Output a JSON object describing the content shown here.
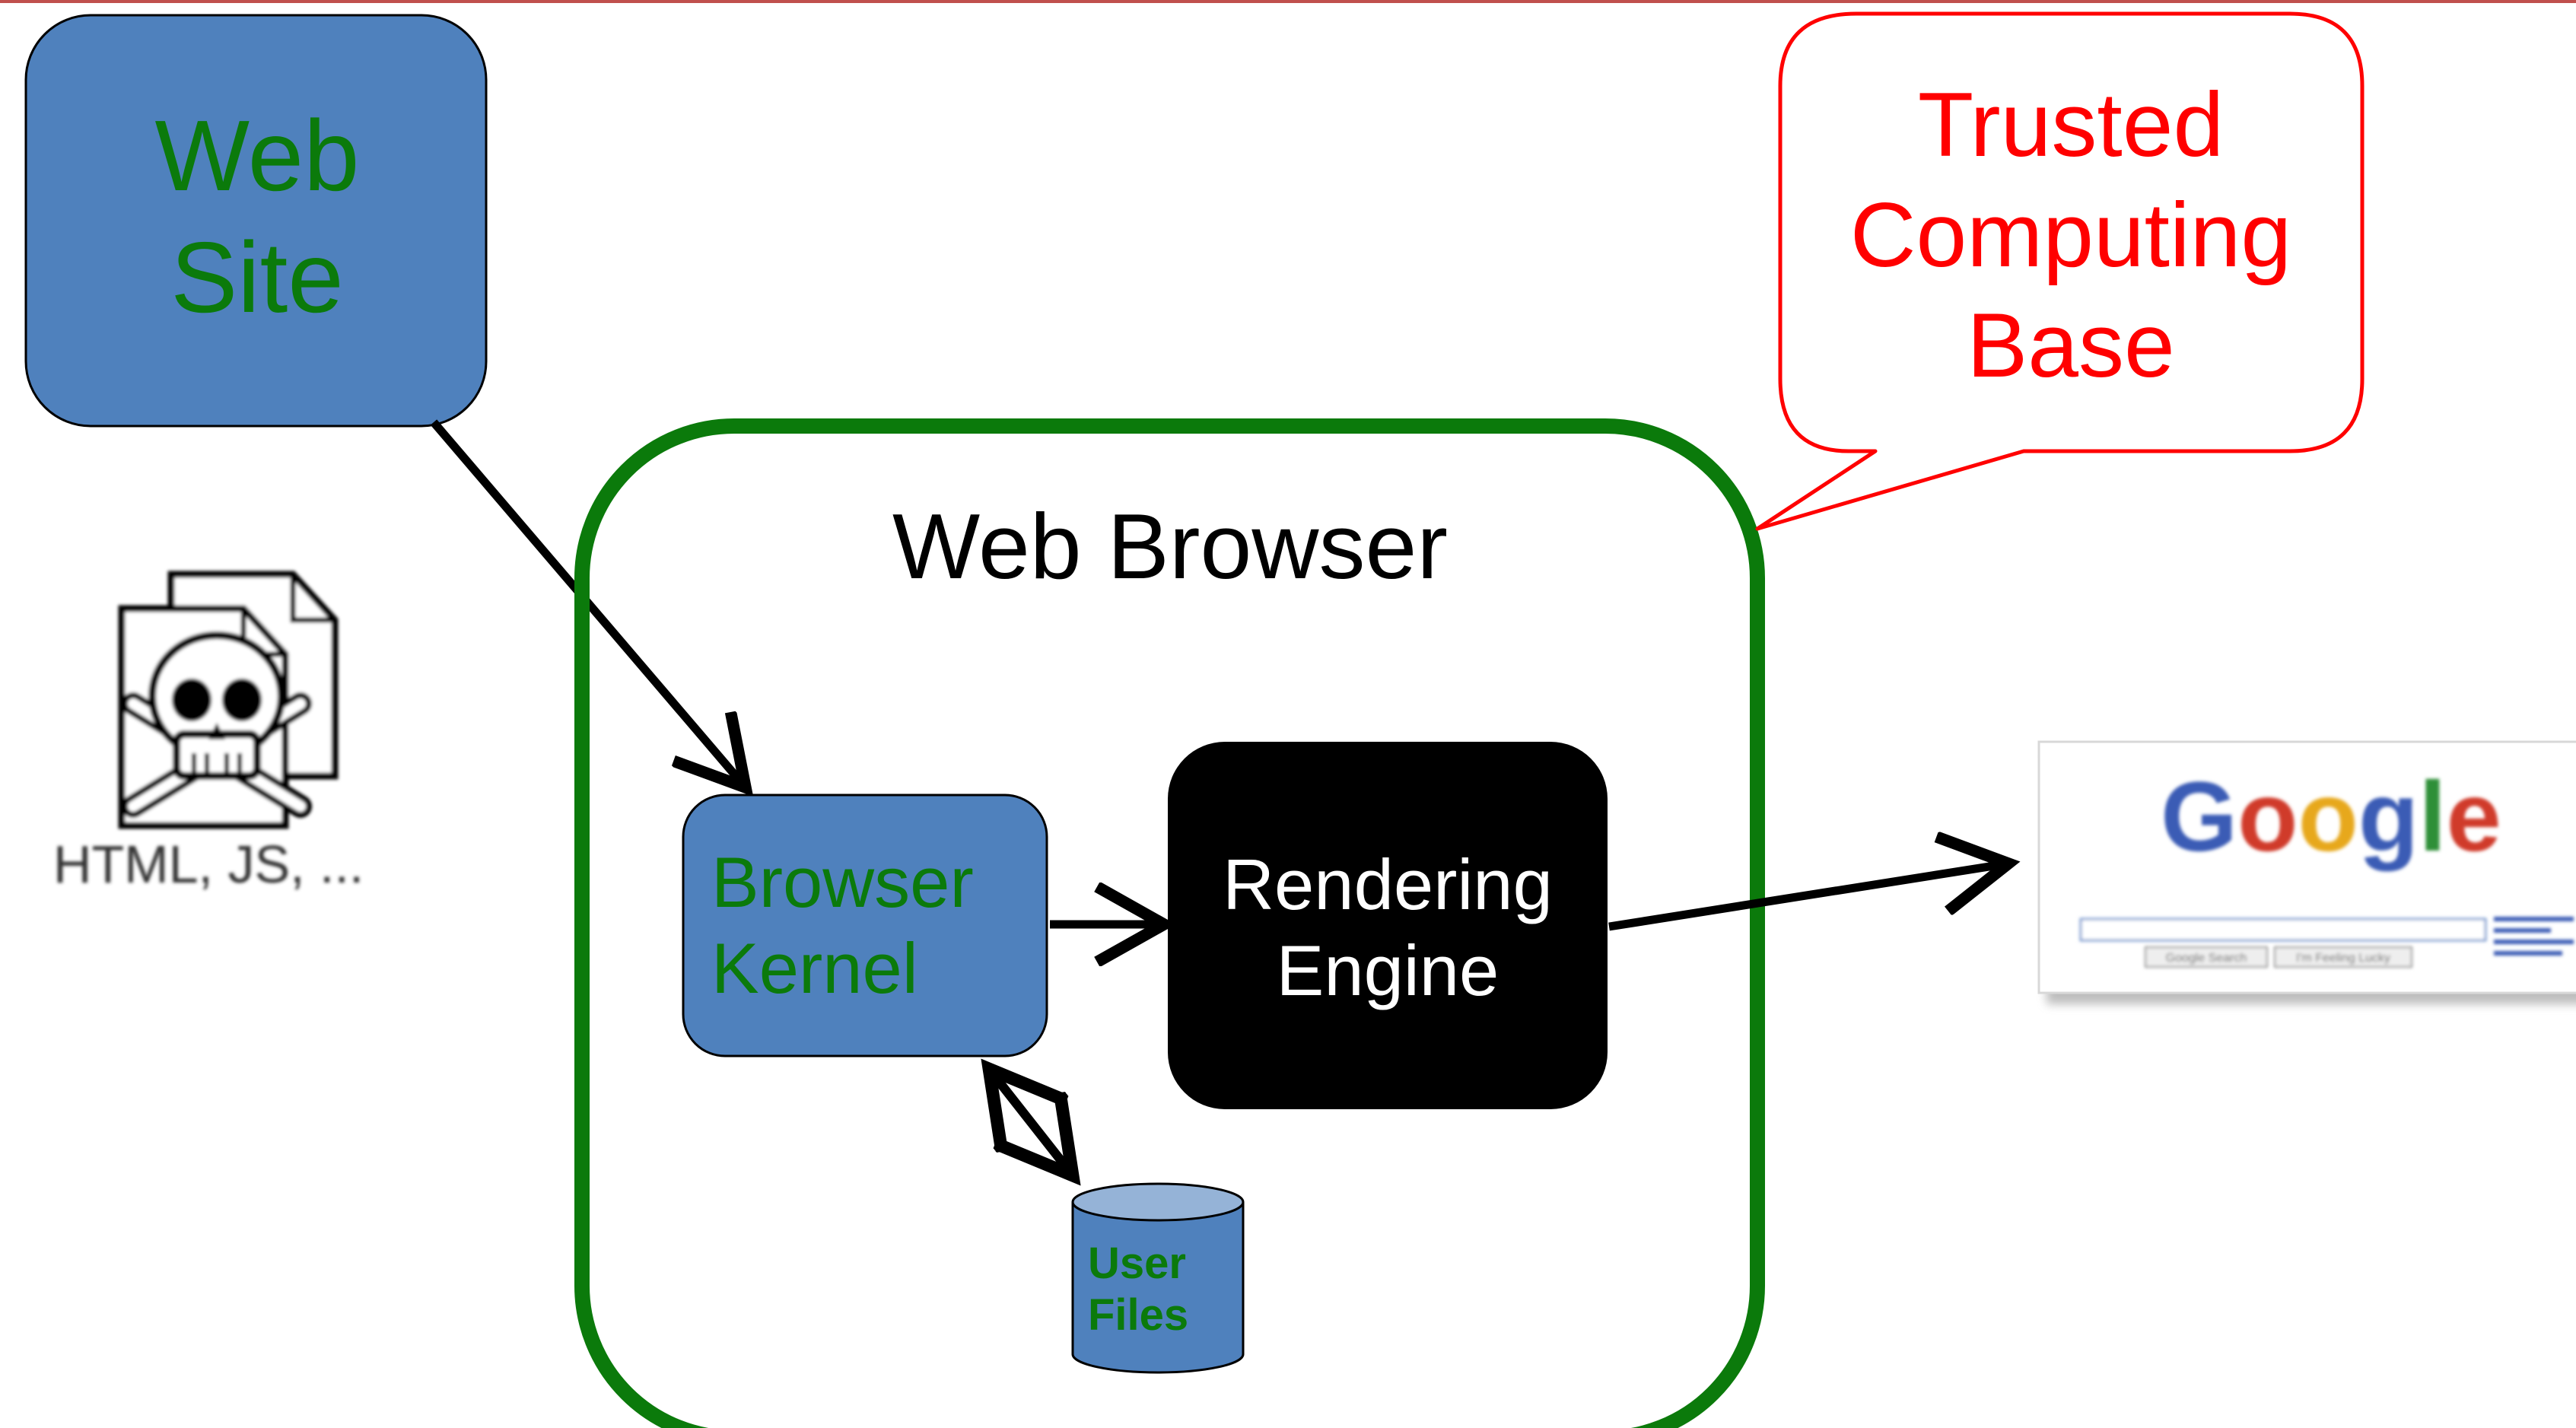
{
  "colors": {
    "box_blue": "#4f81bd",
    "box_blue_light": "#95b3d7",
    "green_text": "#0b7a0b",
    "green_border": "#0b7a0b",
    "trusted_red": "#ff0000",
    "rendering_bg": "#000000",
    "top_rule": "#c0504d",
    "google_blue": "#3b5bb5",
    "google_red": "#d03a2c",
    "google_yellow": "#e7a81b",
    "google_green": "#2d8f37"
  },
  "web_site": {
    "line1": "Web",
    "line2": "Site"
  },
  "attachment": {
    "label": "HTML, JS, ...",
    "icon": "skull-crossbones-document-icon"
  },
  "web_browser": {
    "title": "Web Browser"
  },
  "browser_kernel": {
    "line1": "Browser",
    "line2": "Kernel"
  },
  "rendering_engine": {
    "line1": "Rendering",
    "line2": "Engine"
  },
  "user_files": {
    "line1": "User",
    "line2": "Files"
  },
  "trusted": {
    "line1": "Trusted",
    "line2": "Computing",
    "line3": "Base"
  },
  "google_preview": {
    "logo_letters": [
      "G",
      "o",
      "o",
      "g",
      "l",
      "e"
    ],
    "button1": "Google Search",
    "button2": "I'm Feeling Lucky"
  }
}
